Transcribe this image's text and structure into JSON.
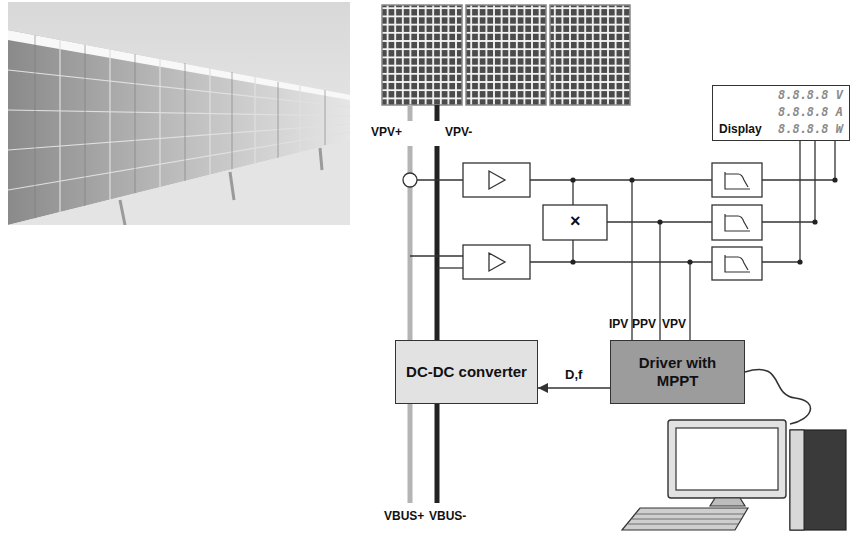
{
  "diagram": {
    "nodes": [
      {
        "text": [
          "8.8.8.8 V",
          "8.8.8.8 A",
          "8.8.8.8 W",
          "Display"
        ]
      },
      {
        "text": [
          "DC-DC converter"
        ]
      },
      {
        "text": [
          "Driver with MPPT"
        ]
      }
    ],
    "edges": [
      {
        "from": 2,
        "to": 1,
        "arrow": "to",
        "label": "D,f"
      }
    ],
    "labels": [
      "VPV+",
      "VPV-",
      "×",
      "IPV",
      "PPV",
      "VPV",
      "VBUS+",
      "VBUS-"
    ]
  }
}
